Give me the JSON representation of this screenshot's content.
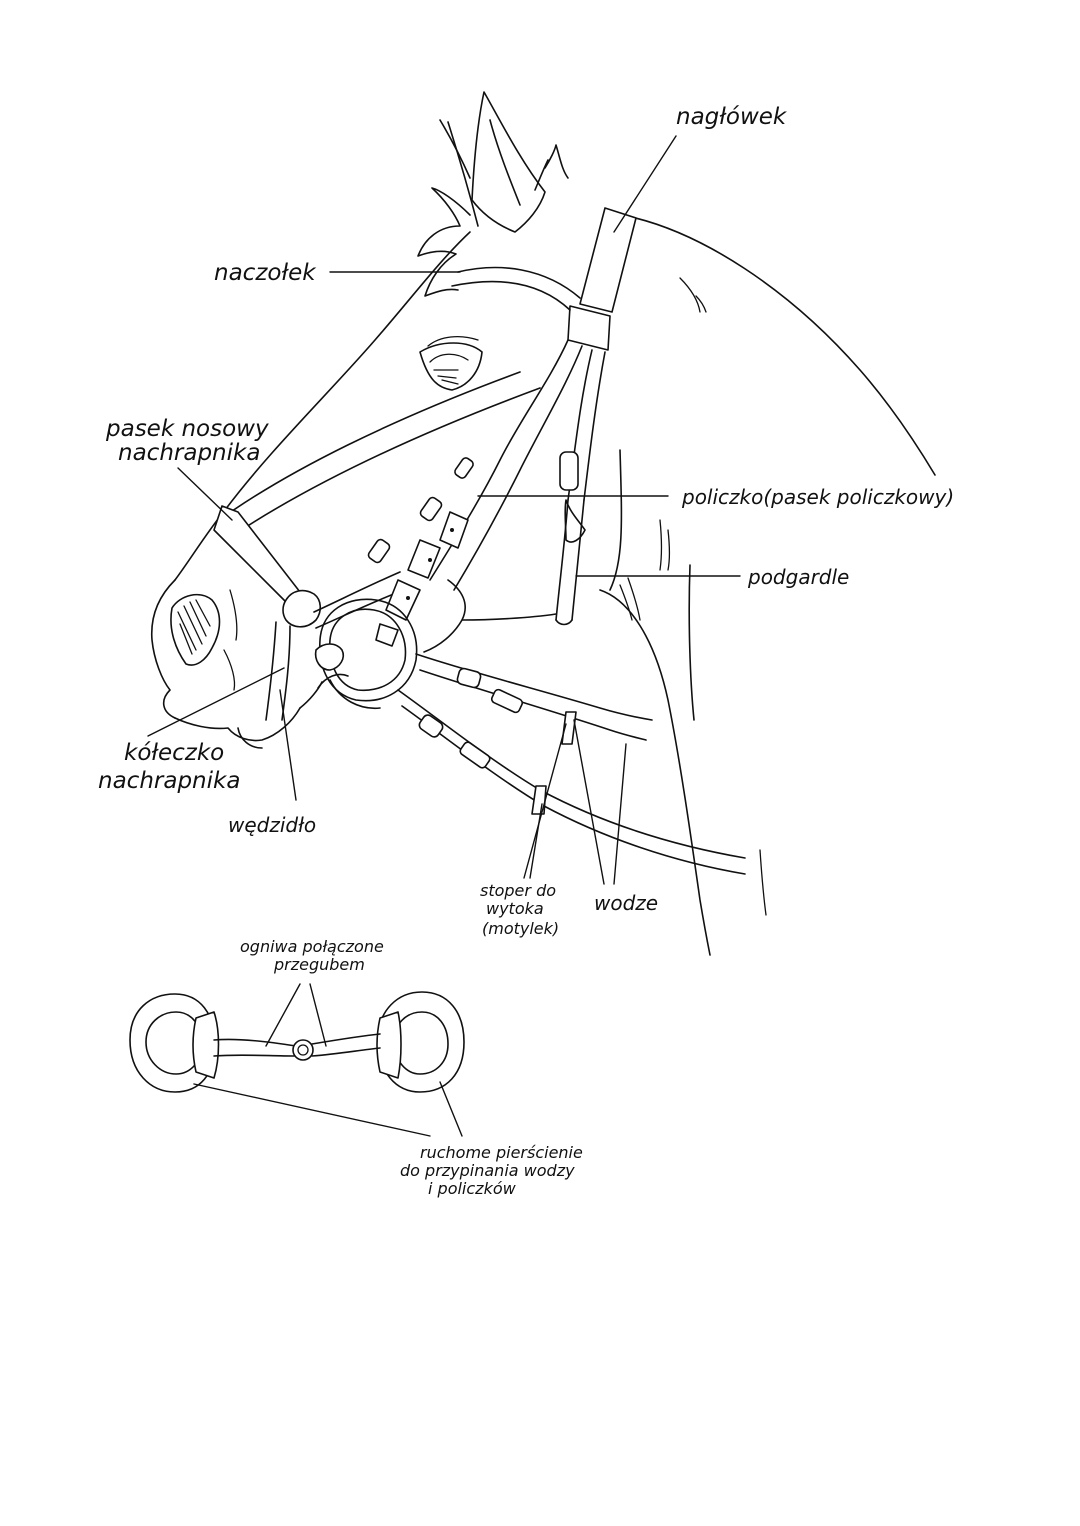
{
  "labels": {
    "naglowek": "nagłówek",
    "naczolek": "naczołek",
    "pasek_nosowy_l1": "pasek nosowy",
    "pasek_nosowy_l2": "nachrapnika",
    "policzko": "policzko(pasek policzkowy)",
    "podgardle": "podgardle",
    "koleczko_l1": "kółeczko",
    "koleczko_l2": "nachrapnika",
    "wedzidlo": "wędzidło",
    "stoper_l1": "stoper do",
    "stoper_l2": "wytoka",
    "stoper_l3": "(motylek)",
    "wodze": "wodze",
    "ogniwa_l1": "ogniwa połączone",
    "ogniwa_l2": "przegubem",
    "ruchome_l1": "ruchome pierścienie",
    "ruchome_l2": "do przypinania wodzy",
    "ruchome_l3": "i policzków"
  }
}
